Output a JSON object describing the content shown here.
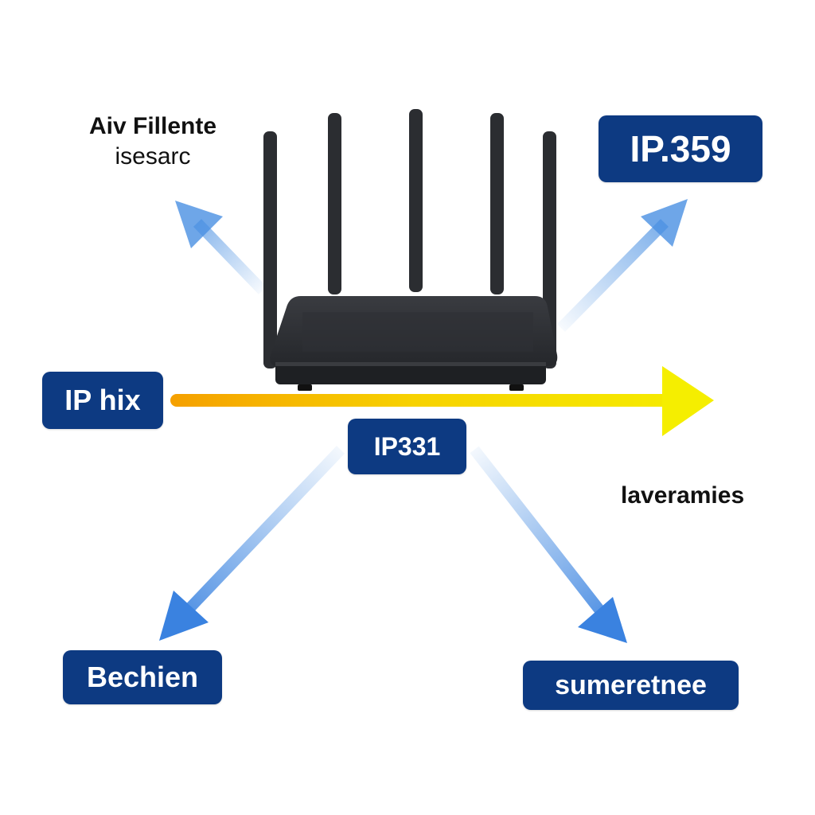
{
  "labels": {
    "top_left_line1": "Aiv Fillente",
    "top_left_line2": "isesarc",
    "top_right": "IP.359",
    "left": "IP hix",
    "center": "IP331",
    "right": "laveramies",
    "bottom_left": "Bechien",
    "bottom_right": "sumeretnee"
  },
  "colors": {
    "label_box": "#0d3a82",
    "arrow_blue": "#4a90e2",
    "arrow_yellow": "#f5e800",
    "arrow_orange": "#f5a000",
    "router_body": "#2b2d31"
  },
  "icons": {
    "device": "wifi-router-icon"
  }
}
